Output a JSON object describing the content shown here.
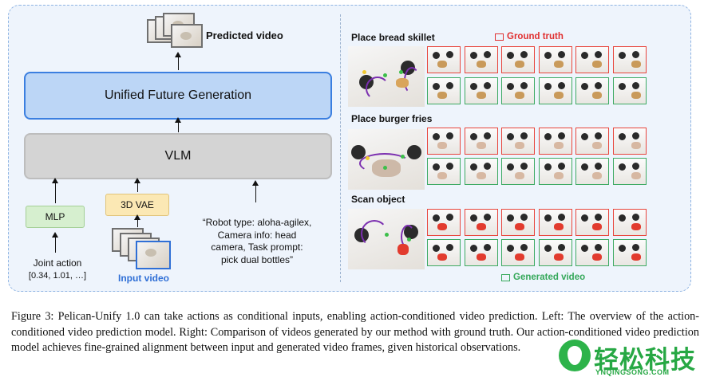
{
  "diagram": {
    "predicted_video_label": "Predicted video",
    "ufg_label": "Unified Future Generation",
    "vlm_label": "VLM",
    "mlp_label": "MLP",
    "vae_label": "3D VAE",
    "joint_action_label": "Joint action",
    "joint_action_values": "[0.34, 1.01, …]",
    "input_video_label": "Input video",
    "prompt_lines": [
      "“Robot type: aloha-agilex,",
      "Camera info: head",
      "camera, Task prompt:",
      "pick dual bottles”"
    ]
  },
  "comparison": {
    "legend_ground_truth": "Ground truth",
    "legend_generated": "Generated video",
    "colors": {
      "ground_truth": "#e8453c",
      "generated": "#3daa63",
      "input_video": "#2f6fd6",
      "ufg_border": "#3b7fe0"
    },
    "tasks": [
      {
        "title": "Place bread skillet"
      },
      {
        "title": "Place burger fries"
      },
      {
        "title": "Scan object"
      }
    ]
  },
  "caption": "Figure 3: Pelican-Unify 1.0 can take actions as conditional inputs, enabling action-conditioned video prediction. Left: The overview of the action-conditioned video prediction model. Right: Comparison of videos generated by our method with ground truth. Our action-conditioned video prediction model achieves fine-grained alignment between input and generated video frames, given historical observations.",
  "watermark": {
    "text": "轻松科技",
    "url": "YNQINGSONG.COM"
  }
}
